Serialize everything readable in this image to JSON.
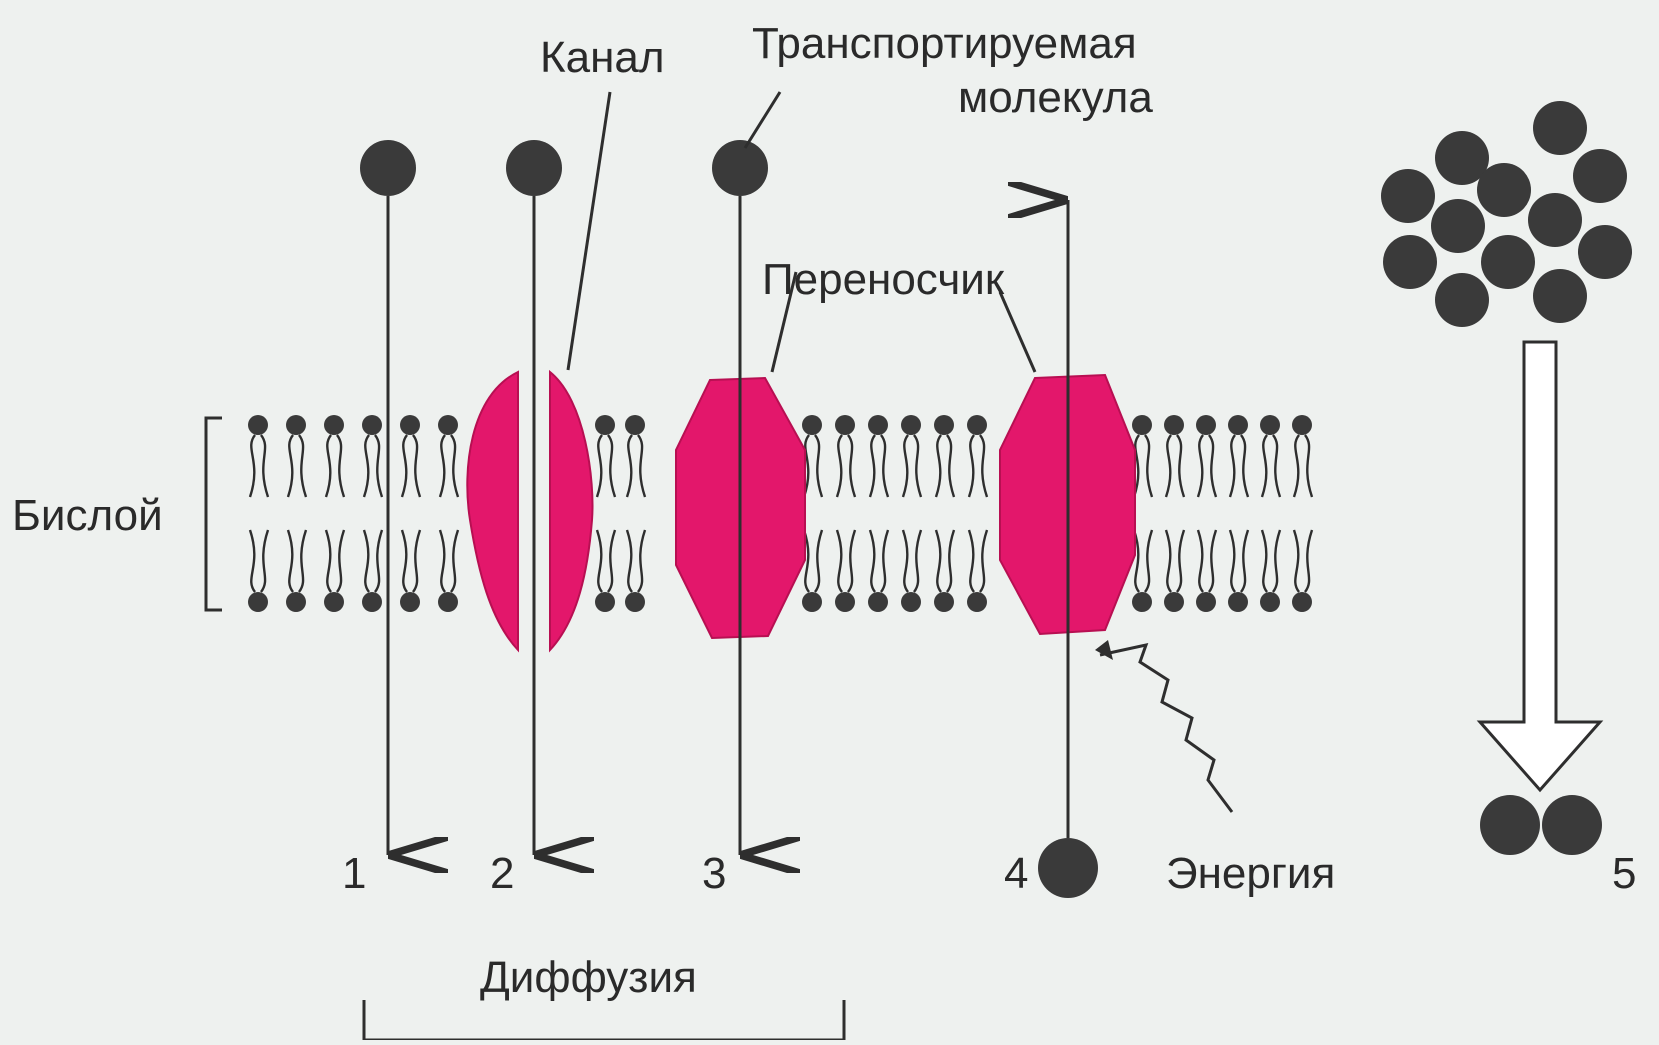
{
  "diagram": {
    "labels": {
      "channel": "Канал",
      "transported_line1": "Транспортируемая",
      "transported_line2": "молекула",
      "carrier": "Переносчик",
      "bilayer": "Бислой",
      "energy": "Энергия",
      "diffusion": "Диффузия"
    },
    "numbers": [
      "1",
      "2",
      "3",
      "4",
      "5"
    ],
    "colors": {
      "protein": "#e3176b",
      "molecule": "#3a3a3a",
      "background": "#eef1ef"
    }
  }
}
